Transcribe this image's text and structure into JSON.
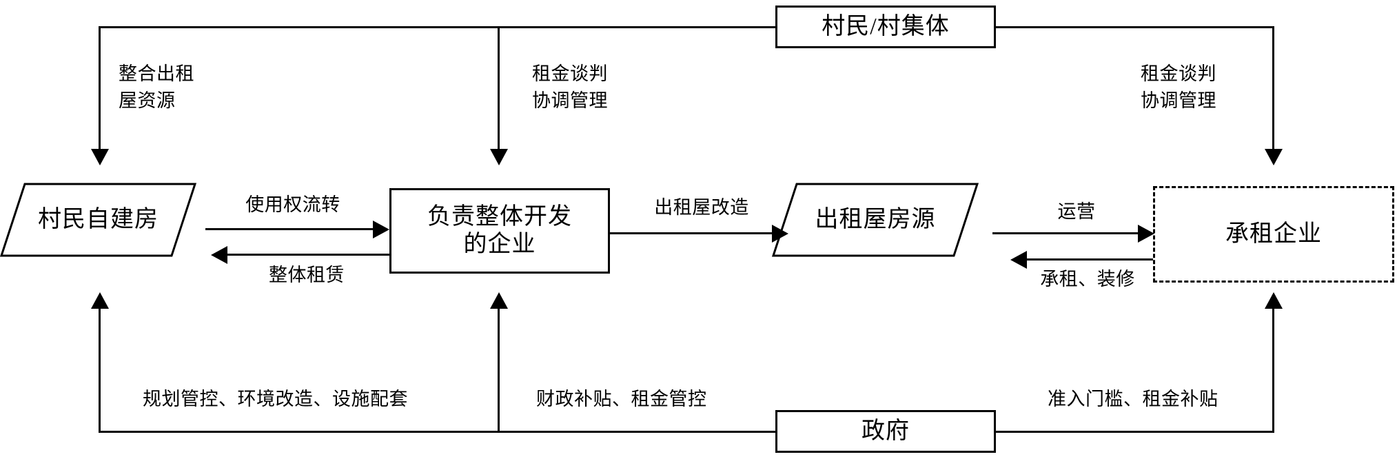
{
  "diagram": {
    "title_text_present": false,
    "nodes": {
      "villagers": {
        "label": "村民/村集体",
        "shape": "rectangle",
        "border": "solid"
      },
      "self_built": {
        "label": "村民自建房",
        "shape": "parallelogram",
        "border": "solid"
      },
      "developer": {
        "label": "负责整体开发\n的企业",
        "shape": "rectangle",
        "border": "solid"
      },
      "housing_supply": {
        "label": "出租屋房源",
        "shape": "parallelogram",
        "border": "solid"
      },
      "lessee_enterprise": {
        "label": "承租企业",
        "shape": "rectangle",
        "border": "dashed"
      },
      "government": {
        "label": "政府",
        "shape": "rectangle",
        "border": "solid"
      }
    },
    "edges": {
      "villagers_to_selfbuilt": {
        "label": "整合出租\n屋资源",
        "direction": "down"
      },
      "villagers_to_developer": {
        "label": "租金谈判\n协调管理",
        "direction": "down"
      },
      "villagers_to_lessee": {
        "label": "租金谈判\n协调管理",
        "direction": "down"
      },
      "selfbuilt_to_developer": {
        "label": "使用权流转",
        "direction": "right"
      },
      "developer_to_selfbuilt": {
        "label": "整体租赁",
        "direction": "left"
      },
      "developer_to_housing": {
        "label": "出租屋改造",
        "direction": "right"
      },
      "housing_to_lessee": {
        "label": "运营",
        "direction": "right"
      },
      "lessee_to_housing": {
        "label": "承租、装修",
        "direction": "left"
      },
      "gov_to_selfbuilt": {
        "label": "规划管控、环境改造、设施配套",
        "direction": "up"
      },
      "gov_to_developer": {
        "label": "财政补贴、租金管控",
        "direction": "up"
      },
      "gov_to_lessee": {
        "label": "准入门槛、租金补贴",
        "direction": "up"
      }
    },
    "colors": {
      "stroke": "#000000",
      "background": "#ffffff"
    }
  }
}
